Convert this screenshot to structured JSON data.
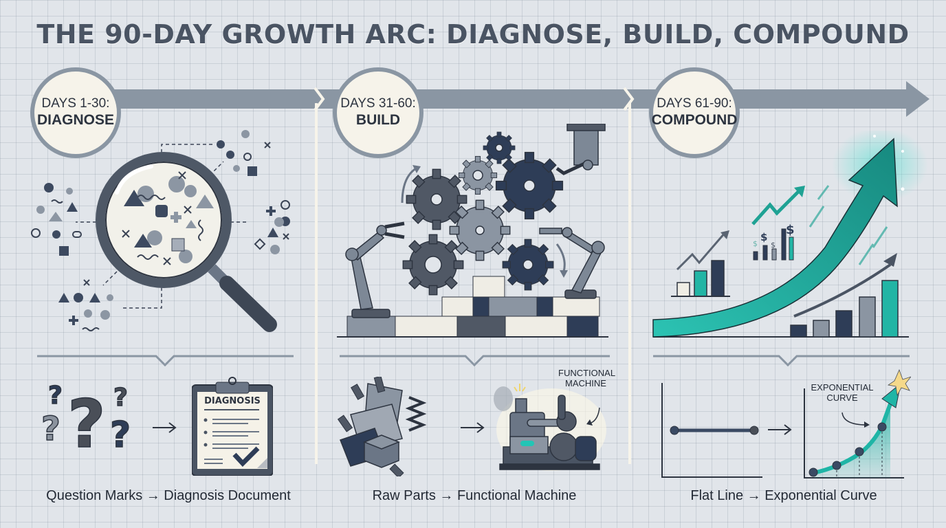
{
  "title": "THE 90-DAY GROWTH ARC: DIAGNOSE, BUILD, COMPOUND",
  "colors": {
    "background": "#e1e5ea",
    "timeline_bar": "#8a96a3",
    "badge_fill": "#f6f3ea",
    "dark_navy": "#2e3d57",
    "slate": "#4a5463",
    "teal": "#1fb5a6"
  },
  "phases": [
    {
      "days": "DAYS 1-30:",
      "name": "DIAGNOSE",
      "illustration": "magnifying-glass-over-scattered-shapes",
      "transform": {
        "from": "Question Marks",
        "to": "Diagnosis Document",
        "arrow": "→",
        "document_heading": "DIAGNOSIS"
      }
    },
    {
      "days": "DAYS 31-60:",
      "name": "BUILD",
      "illustration": "robotic-arms-assembling-gears-and-blocks",
      "transform": {
        "from": "Raw Parts",
        "to": "Functional Machine",
        "arrow": "→",
        "annotation_line1": "FUNCTIONAL",
        "annotation_line2": "MACHINE"
      }
    },
    {
      "days": "DAYS 61-90:",
      "name": "COMPOUND",
      "illustration": "rising-teal-arrow-with-growth-bar-charts",
      "transform": {
        "from": "Flat Line",
        "to": "Exponential Curve",
        "arrow": "→",
        "annotation_line1": "EXPONENTIAL",
        "annotation_line2": "CURVE"
      }
    }
  ],
  "captions": [
    "Question Marks → Diagnosis Document",
    "Raw Parts → Functional Machine",
    "Flat Line → Exponential Curve"
  ],
  "icons": {
    "currency_symbol": "$",
    "question_mark": "?"
  }
}
